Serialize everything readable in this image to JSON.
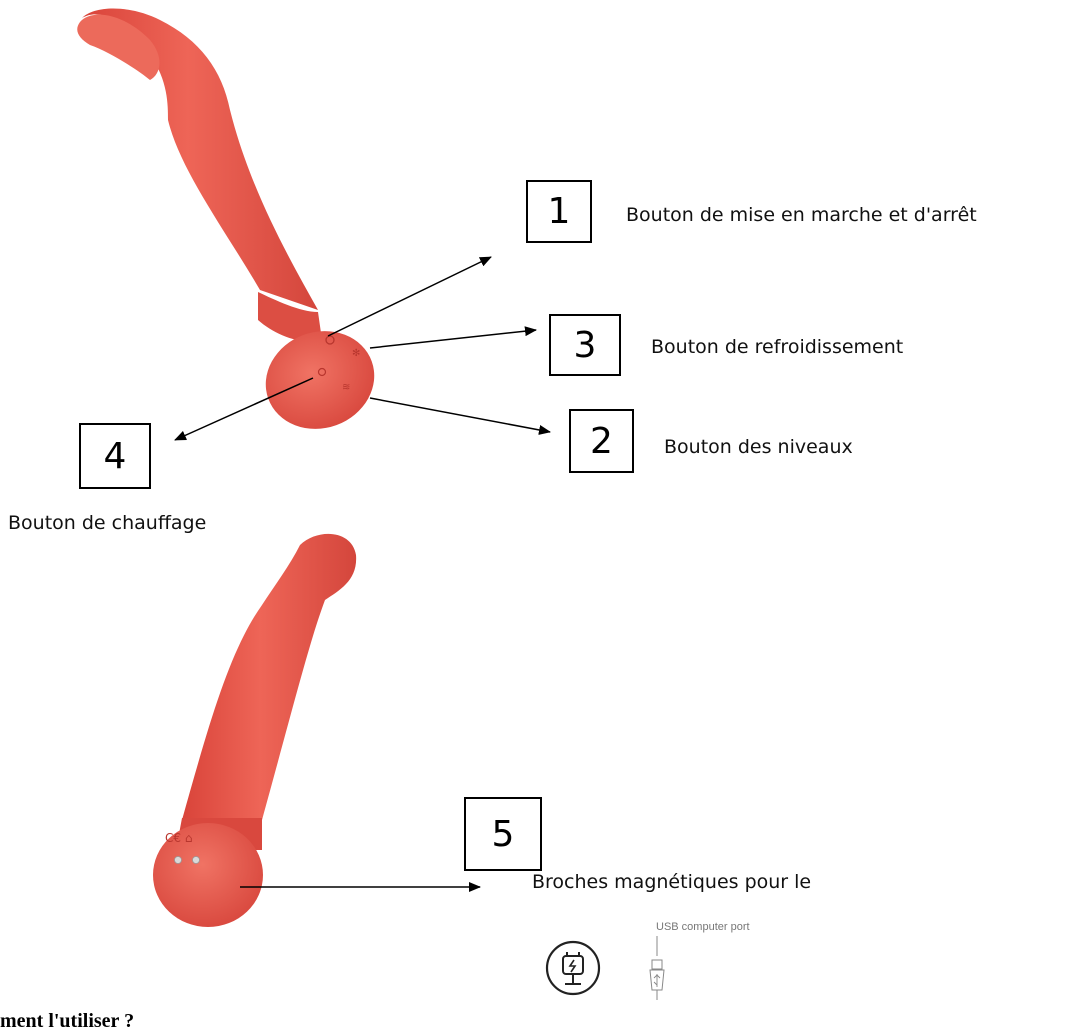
{
  "callouts": [
    {
      "number": "1",
      "label": "Bouton de mise en marche et d'arrêt"
    },
    {
      "number": "3",
      "label": "Bouton de refroidissement"
    },
    {
      "number": "2",
      "label": "Bouton des niveaux"
    },
    {
      "number": "4",
      "label": "Bouton de chauffage"
    },
    {
      "number": "5",
      "label": "Broches magnétiques pour le"
    }
  ],
  "usb_label": "USB computer port",
  "heading": "ment l'utiliser ?",
  "colors": {
    "device": "#e8574a",
    "device_shadow": "#c9403a",
    "line": "#000000"
  },
  "icons": [
    "power-button-icon",
    "snowflake-cool-icon",
    "heat-waves-icon",
    "level-button-icon",
    "ce-mark-icon",
    "magnetic-pin-icon",
    "charger-plug-icon",
    "usb-connector-icon"
  ]
}
